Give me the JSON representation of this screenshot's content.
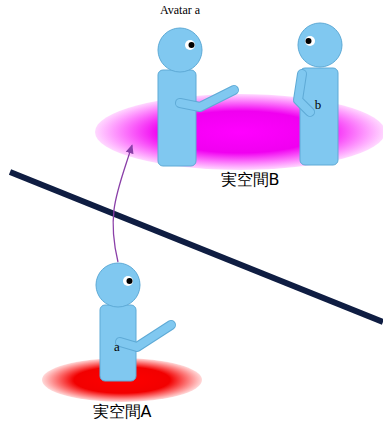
{
  "diagram": {
    "nodes": [
      {
        "text": [
          "実空間B"
        ]
      },
      {
        "text": [
          "Avatar a"
        ]
      },
      {
        "text": [
          "b"
        ]
      },
      {
        "text": [
          "実空間A"
        ]
      },
      {
        "text": [
          "a"
        ]
      }
    ],
    "edges": [
      {
        "from": 4,
        "to": 0,
        "arrow": "to"
      }
    ]
  }
}
